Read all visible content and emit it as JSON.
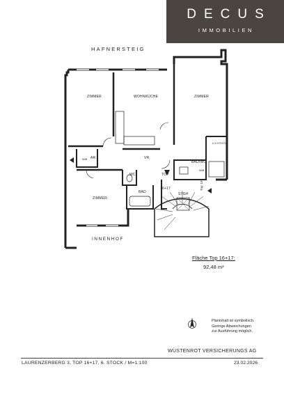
{
  "logo": {
    "brand": "DECUS",
    "tagline": "IMMOBILIEN",
    "bg_color": "#4a4540"
  },
  "plan": {
    "street": "HAFNERSTEIG",
    "courtyard": "INNENHOF",
    "rooms": {
      "zimmer_left": "ZIMMER",
      "wohnkueche": "WOHNKÜCHE",
      "zimmer_right": "ZIMMER",
      "lichthof": "LICHTHOF",
      "ar": "AR",
      "vr": "VR",
      "bad_wc": "BAD/WC",
      "wc": "WC",
      "bad": "BAD",
      "top": "TOP",
      "top_number": "16+17",
      "zimmer_bottom": "ZIMMER",
      "stgh": "STGH",
      "top_vertical": "Top 18",
      "ww_left": "WM",
      "ww_right": "WM"
    }
  },
  "area": {
    "title": "Fläche Top 16+17:",
    "value": "92,48 m²"
  },
  "disclaimer": {
    "line1": "Planinhalt ist symbolisch.",
    "line2": "Geringe Abweichungen",
    "line3": "zur Ausführung möglich."
  },
  "company": "WÜSTENROT VERSICHERUNGS AG",
  "footer": {
    "address": "LAURENZERBERG 3, TOP 16+17, 6. STOCK / M=1:100",
    "date": "23.02.2026"
  }
}
